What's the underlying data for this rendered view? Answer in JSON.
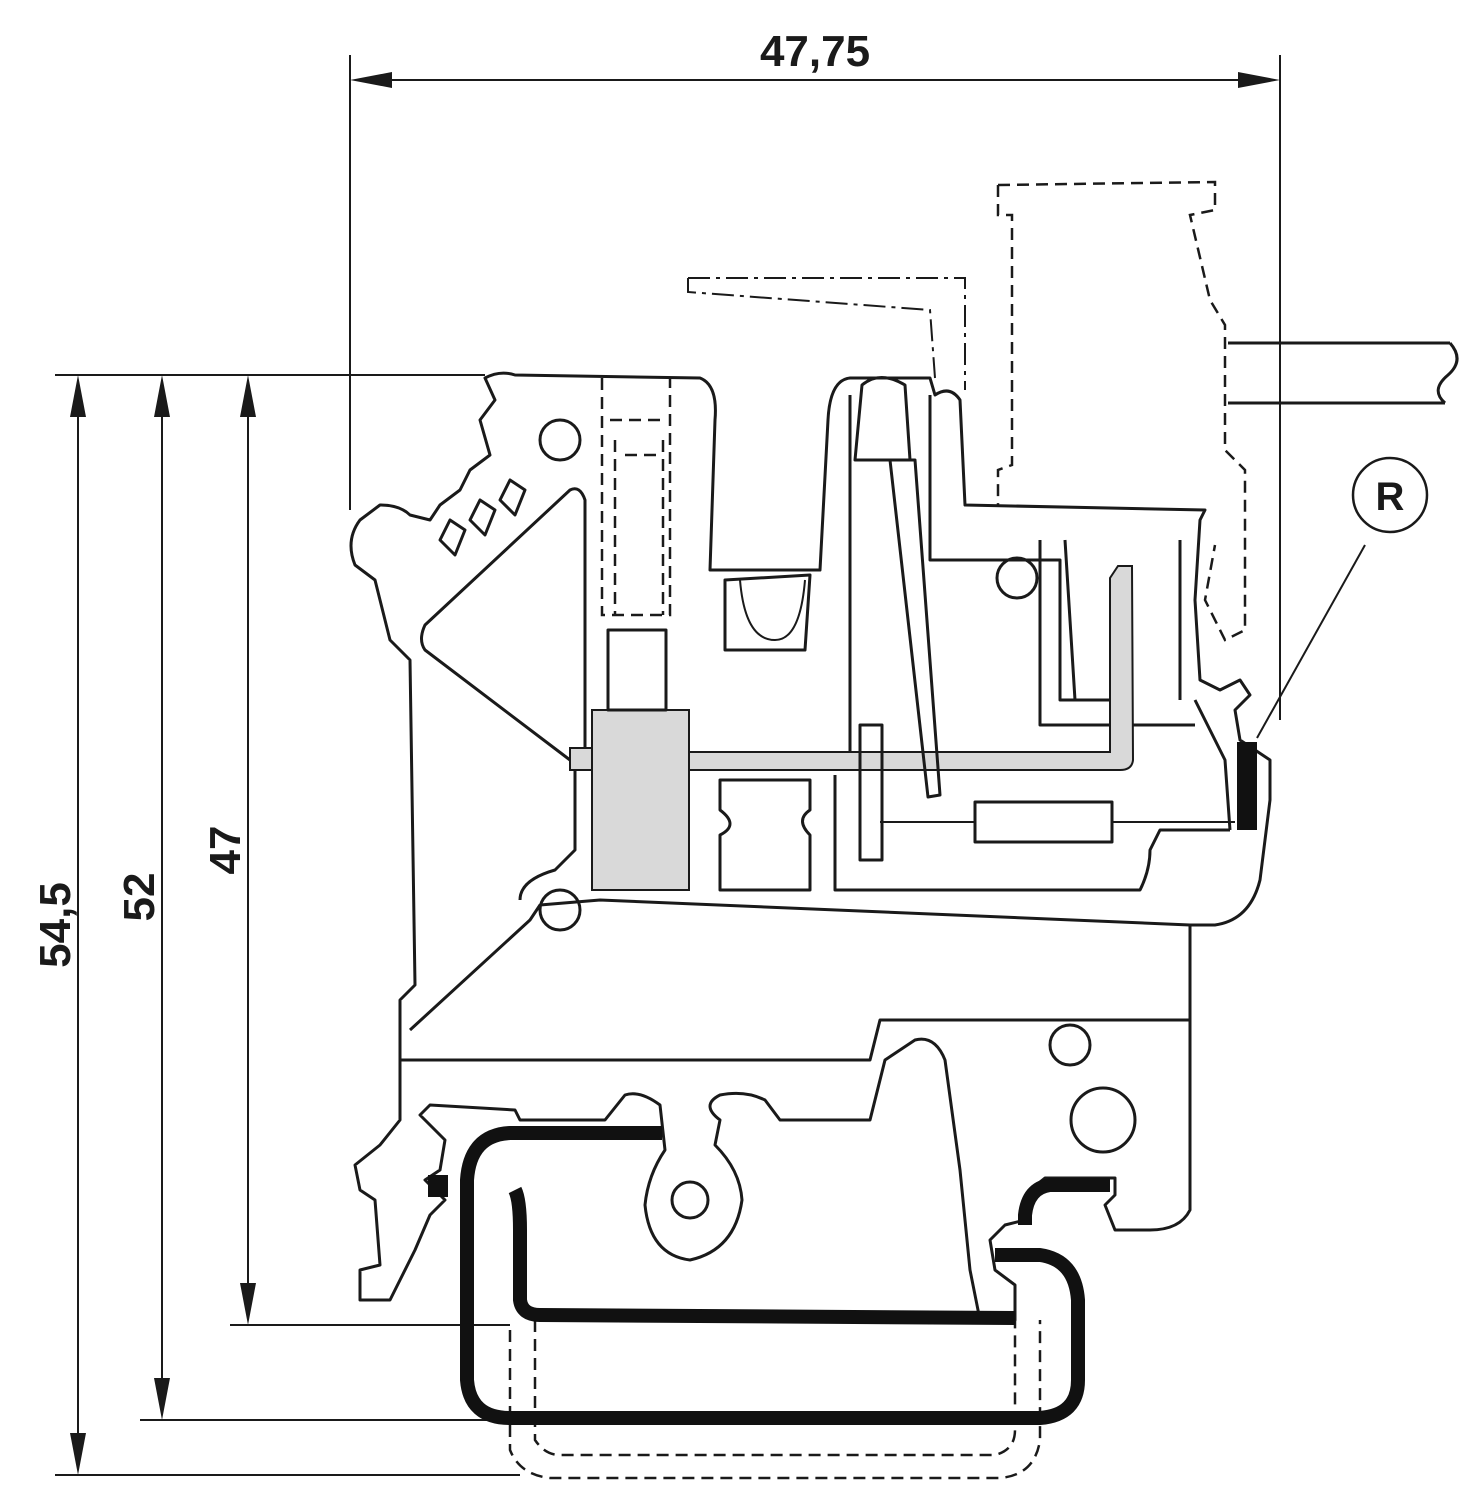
{
  "drawing": {
    "dimensions": {
      "width_top": "47,75",
      "height_total": "54,5",
      "height_mid": "52",
      "height_inner": "47"
    },
    "callout_label": "R",
    "colors": {
      "line": "#1a1a1a",
      "fill_gray": "#d9d9d9",
      "background": "#ffffff"
    }
  }
}
